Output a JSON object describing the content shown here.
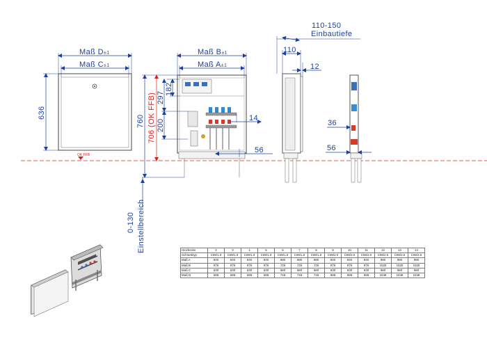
{
  "dimensions": {
    "mass_d": "Maß D",
    "mass_c": "Maß C",
    "mass_b": "Maß B",
    "mass_a": "Maß A",
    "tolerance": "±1",
    "h636": "636",
    "h760": "760",
    "h706": "706 (OK FFB)",
    "h297": "297",
    "h182": "182",
    "h200": "200",
    "d14": "14",
    "d56": "56",
    "depth_range": "110-150",
    "depth_label": "Einbautiefe",
    "d110": "110",
    "d12": "12",
    "d36": "36",
    "d56_side": "56",
    "adj_range": "0-130",
    "adj_label": "Einstellbereich",
    "ok_ffb": "OK FFB"
  },
  "table": {
    "rows": [
      {
        "label": "Heizkreise",
        "values": [
          "2",
          "3",
          "4",
          "5",
          "6",
          "7",
          "8",
          "9",
          "10",
          "11",
          "12",
          "13",
          "14"
        ]
      },
      {
        "label": "Schranktyp",
        "values": [
          "C69/1.0",
          "C69/1.0",
          "C69/1.0",
          "C69/1.0",
          "C69/1.5",
          "C69/1.5",
          "C69/1.5",
          "C69/2.0",
          "C69/2.0",
          "C69/2.0",
          "C69/2.5",
          "C69/2.5",
          "C69/2.5"
        ]
      },
      {
        "label": "Maß A",
        "values": [
          "540",
          "540",
          "540",
          "540",
          "690",
          "690",
          "690",
          "840",
          "840",
          "840",
          "990",
          "990",
          "990"
        ]
      },
      {
        "label": "Maß B",
        "values": [
          "575",
          "575",
          "575",
          "575",
          "725",
          "725",
          "725",
          "875",
          "875",
          "875",
          "1025",
          "1025",
          "1025"
        ]
      },
      {
        "label": "Maß C",
        "values": [
          "530",
          "530",
          "530",
          "530",
          "680",
          "680",
          "680",
          "830",
          "830",
          "830",
          "980",
          "980",
          "980"
        ]
      },
      {
        "label": "Maß D",
        "values": [
          "598",
          "598",
          "598",
          "598",
          "748",
          "748",
          "748",
          "898",
          "898",
          "898",
          "1048",
          "1048",
          "1048"
        ]
      }
    ]
  },
  "colors": {
    "dimension_blue": "#1f3f9e",
    "ok_ffb_red": "#d8231b"
  }
}
